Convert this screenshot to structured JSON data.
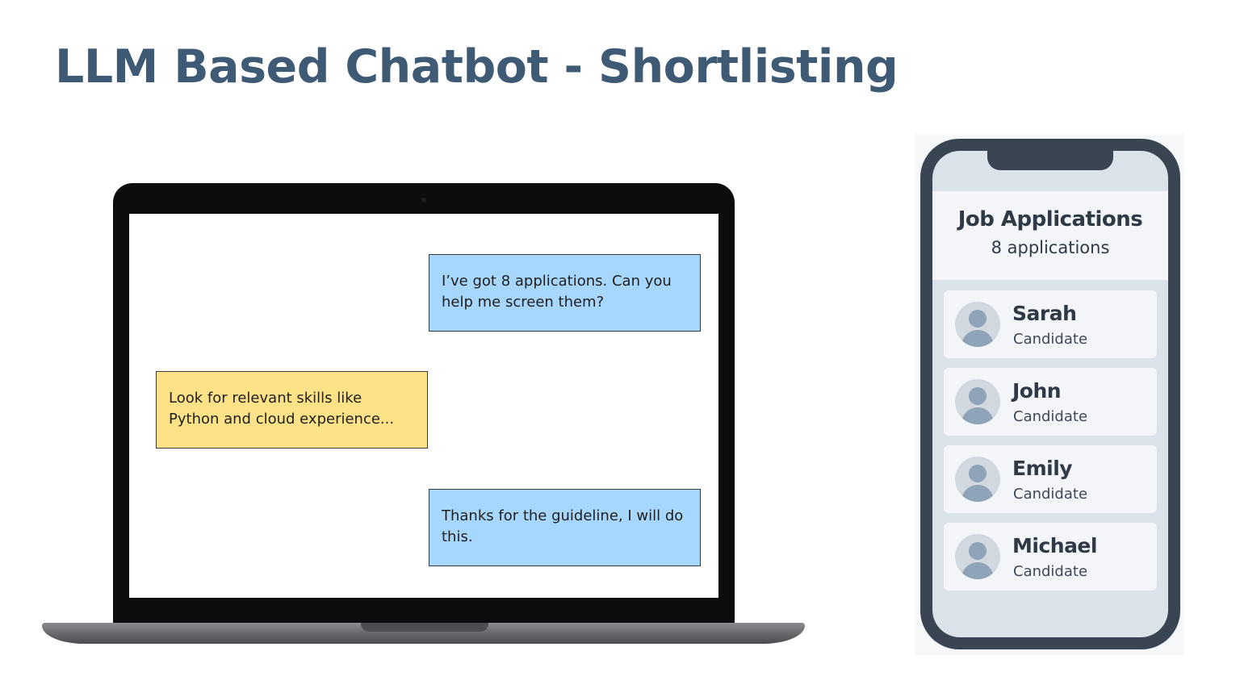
{
  "slide": {
    "title": "LLM Based Chatbot - Shortlisting"
  },
  "chat": {
    "messages": [
      {
        "role": "user",
        "text": "I’ve got 8 applications. Can you help me screen them?",
        "color": "#a8d7fd"
      },
      {
        "role": "bot",
        "text": "Look for relevant skills like Python and cloud experience...",
        "color": "#fde287"
      },
      {
        "role": "user",
        "text": "Thanks for the guideline, I will do this.",
        "color": "#a8d7fd"
      }
    ]
  },
  "phone": {
    "title": "Job Applications",
    "count_label": "8 applications",
    "candidates": [
      {
        "name": "Sarah",
        "role": "Candidate",
        "icon": "user-avatar-icon"
      },
      {
        "name": "John",
        "role": "Candidate",
        "icon": "user-avatar-icon"
      },
      {
        "name": "Emily",
        "role": "Candidate",
        "icon": "user-avatar-icon"
      },
      {
        "name": "Michael",
        "role": "Candidate",
        "icon": "user-avatar-icon"
      }
    ]
  },
  "colors": {
    "title": "#3f5a74",
    "user_bubble": "#a8d7fd",
    "bot_bubble": "#fde287",
    "phone_frame": "#3a4553"
  }
}
